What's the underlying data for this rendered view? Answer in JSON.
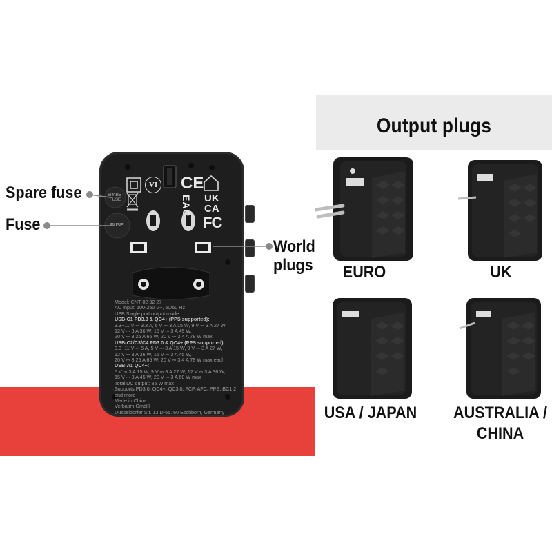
{
  "header": {
    "title": "Output plugs"
  },
  "callouts": {
    "spare_fuse": "Spare fuse",
    "fuse": "Fuse",
    "world_plugs_line1": "World",
    "world_plugs_line2": "plugs"
  },
  "plugs": [
    {
      "label": "EURO"
    },
    {
      "label": "UK"
    },
    {
      "label": "USA / JAPAN"
    },
    {
      "label_line1": "AUSTRALIA /",
      "label_line2": "CHINA"
    }
  ],
  "device": {
    "fuse_labels": {
      "spare": "SPARE",
      "spare_sub": "FUSE",
      "fuse": "FUSE"
    },
    "cert_marks": {
      "vi": "VI",
      "ce": "CE",
      "ukca_1": "UK",
      "ukca_2": "CA",
      "eac": "EAC",
      "fc": "FC"
    },
    "spec_lines": [
      "Model: CNT-02 32 27",
      "AC Input: 100-250 V~, 50/60 Hz",
      "USB Single port output mode:",
      "USB-C1 PD3.0 & QC4+ (PPS supported):",
      "3.3~11 V ⎓ 3.3 A, 5 V ⎓ 3 A 15 W, 9 V ⎓ 3 A 27 W,",
      "12 V ⎓ 3 A 36 W, 15 V ⎓ 3 A 45 W,",
      "20 V ⎓ 3.25 A 65 W, 20 V ⎓ 3.4 A 78 W max",
      "USB-C2/C3/C4 PD3.0 & QC4+ (PPS supported):",
      "3.3~11 V ⎓ 5 A, 5 V ⎓ 3 A 15 W, 9 V ⎓ 3 A 27 W,",
      "12 V ⎓ 3 A 36 W, 15 V ⎓ 3 A 45 W,",
      "20 V ⎓ 3.25 A 65 W, 20 V ⎓ 3.4 A 78 W max each",
      "USB-A1 QC4+:",
      "5 V ⎓ 3 A 15 W, 9 V ⎓ 3 A 27 W, 12 V ⎓ 3 A 36 W,",
      "15 V ⎓ 3 A 45 W, 20 V ⎓ 3 A 60 W max",
      "Total DC output: 85 W max",
      "Supports PD3.0, QC4+, QC3.0, FCP, AFC, PPS, BC1.2",
      "and more",
      "Made in China",
      "",
      "Verbatim GmbH",
      "Düsseldorfer Str. 13 D-65760 Eschborn, Germany"
    ]
  },
  "colors": {
    "accent_red": "#e8403a",
    "header_gray": "#ebebeb",
    "device_body": "#1e1e1e",
    "text": "#111111"
  }
}
